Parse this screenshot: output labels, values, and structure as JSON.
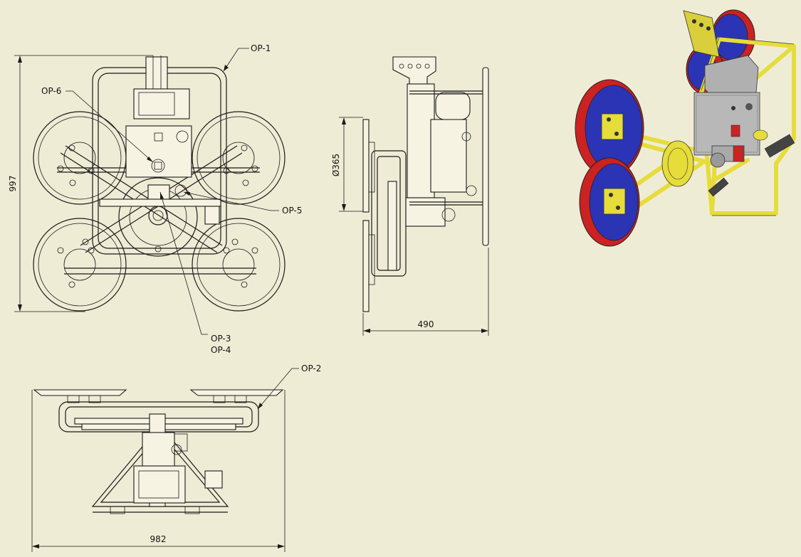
{
  "drawing": {
    "front_view": {
      "height_dimension": "997",
      "callouts": {
        "op1": "OP-1",
        "op6": "OP-6",
        "op5": "OP-5",
        "op3": "OP-3",
        "op4": "OP-4"
      }
    },
    "side_view": {
      "diameter_dimension": "Ø365",
      "depth_dimension": "490"
    },
    "top_view": {
      "width_dimension": "982",
      "callouts": {
        "op2": "OP-2"
      }
    },
    "iso_view": {
      "colors": {
        "frame": "#e6dc3a",
        "pad_rim": "#cc2222",
        "pad_face": "#2b34b5",
        "housing": "#b0b0b0"
      }
    }
  }
}
